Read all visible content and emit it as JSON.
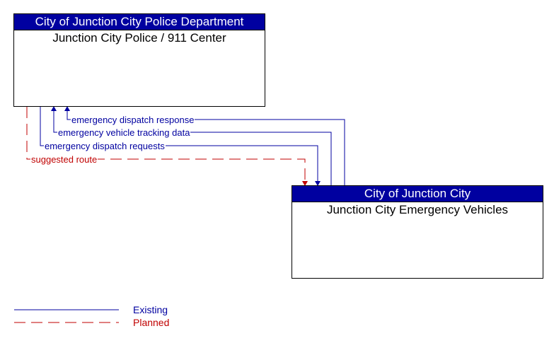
{
  "colors": {
    "existing": "#0000a0",
    "planned": "#c00000",
    "header_bg": "#0000a0"
  },
  "entities": [
    {
      "id": "police",
      "owner": "City of Junction City Police Department",
      "name": "Junction City Police / 911 Center"
    },
    {
      "id": "vehicles",
      "owner": "City of Junction City",
      "name": "Junction City Emergency Vehicles"
    }
  ],
  "flows": [
    {
      "label": "emergency dispatch response",
      "from": "vehicles",
      "to": "police",
      "status": "Existing"
    },
    {
      "label": "emergency vehicle tracking data",
      "from": "vehicles",
      "to": "police",
      "status": "Existing"
    },
    {
      "label": "emergency dispatch requests",
      "from": "police",
      "to": "vehicles",
      "status": "Existing"
    },
    {
      "label": "suggested route",
      "from": "police",
      "to": "vehicles",
      "status": "Planned"
    }
  ],
  "legend": {
    "existing": "Existing",
    "planned": "Planned"
  }
}
